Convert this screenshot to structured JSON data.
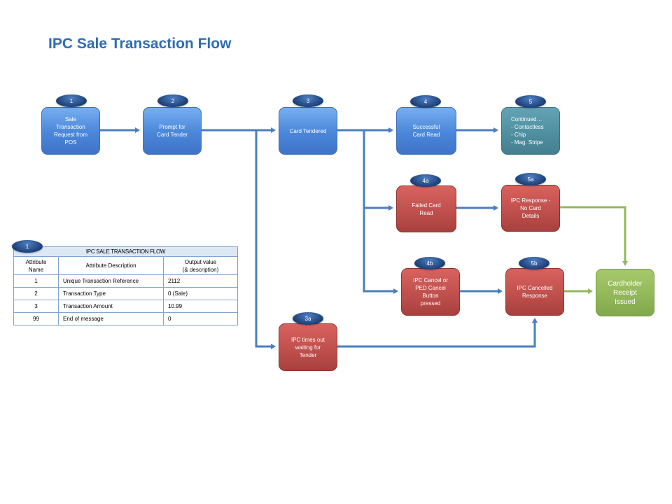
{
  "title": "IPC Sale Transaction Flow",
  "colors": {
    "blue": "#4a86d9",
    "red": "#c0504d",
    "teal": "#4f8fa0",
    "green": "#92b85a",
    "badge": "#1f4e8c",
    "connector_blue": "#4a7ec0",
    "connector_green": "#92b85a"
  },
  "nodes": {
    "n1": {
      "badge": "1",
      "text": "Sale\nTransaction\nRequest from\nPOS"
    },
    "n2": {
      "badge": "2",
      "text": "Prompt for\nCard Tender"
    },
    "n3": {
      "badge": "3",
      "text": "Card Tendered"
    },
    "n4": {
      "badge": "4",
      "text": "Successful\nCard Read"
    },
    "n5": {
      "badge": "5",
      "text": "Continued…\n- Contactless\n- Chip\n- Mag. Stripe"
    },
    "n4a": {
      "badge": "4a",
      "text": "Failed  Card\nRead"
    },
    "n5a": {
      "badge": "5a",
      "text": "IPC Response -\nNo Card\nDetails"
    },
    "n4b": {
      "badge": "4b",
      "text": "IPC Cancel  or\nPED Cancel\nButton\npressed"
    },
    "n5b": {
      "badge": "5b",
      "text": "IPC Cancelled\nResponse"
    },
    "n3a": {
      "badge": "3a",
      "text": "IPC times  out\nwaiting  for\nTender"
    },
    "receipt": {
      "text": "Cardholder\nReceipt\nIssued"
    }
  },
  "table": {
    "badge": "1",
    "caption": "IPC SALE TRANSACTION FLOW",
    "headers": [
      "Attribute\nName",
      "Attribute Description",
      "Output value\n(& description)"
    ],
    "rows": [
      [
        "1",
        "Unique Transaction Reference",
        "2112"
      ],
      [
        "2",
        "Transaction Type",
        "0 (Sale)"
      ],
      [
        "3",
        "Transaction Amount",
        "10.99"
      ],
      [
        "99",
        "End of message",
        "0"
      ]
    ]
  }
}
